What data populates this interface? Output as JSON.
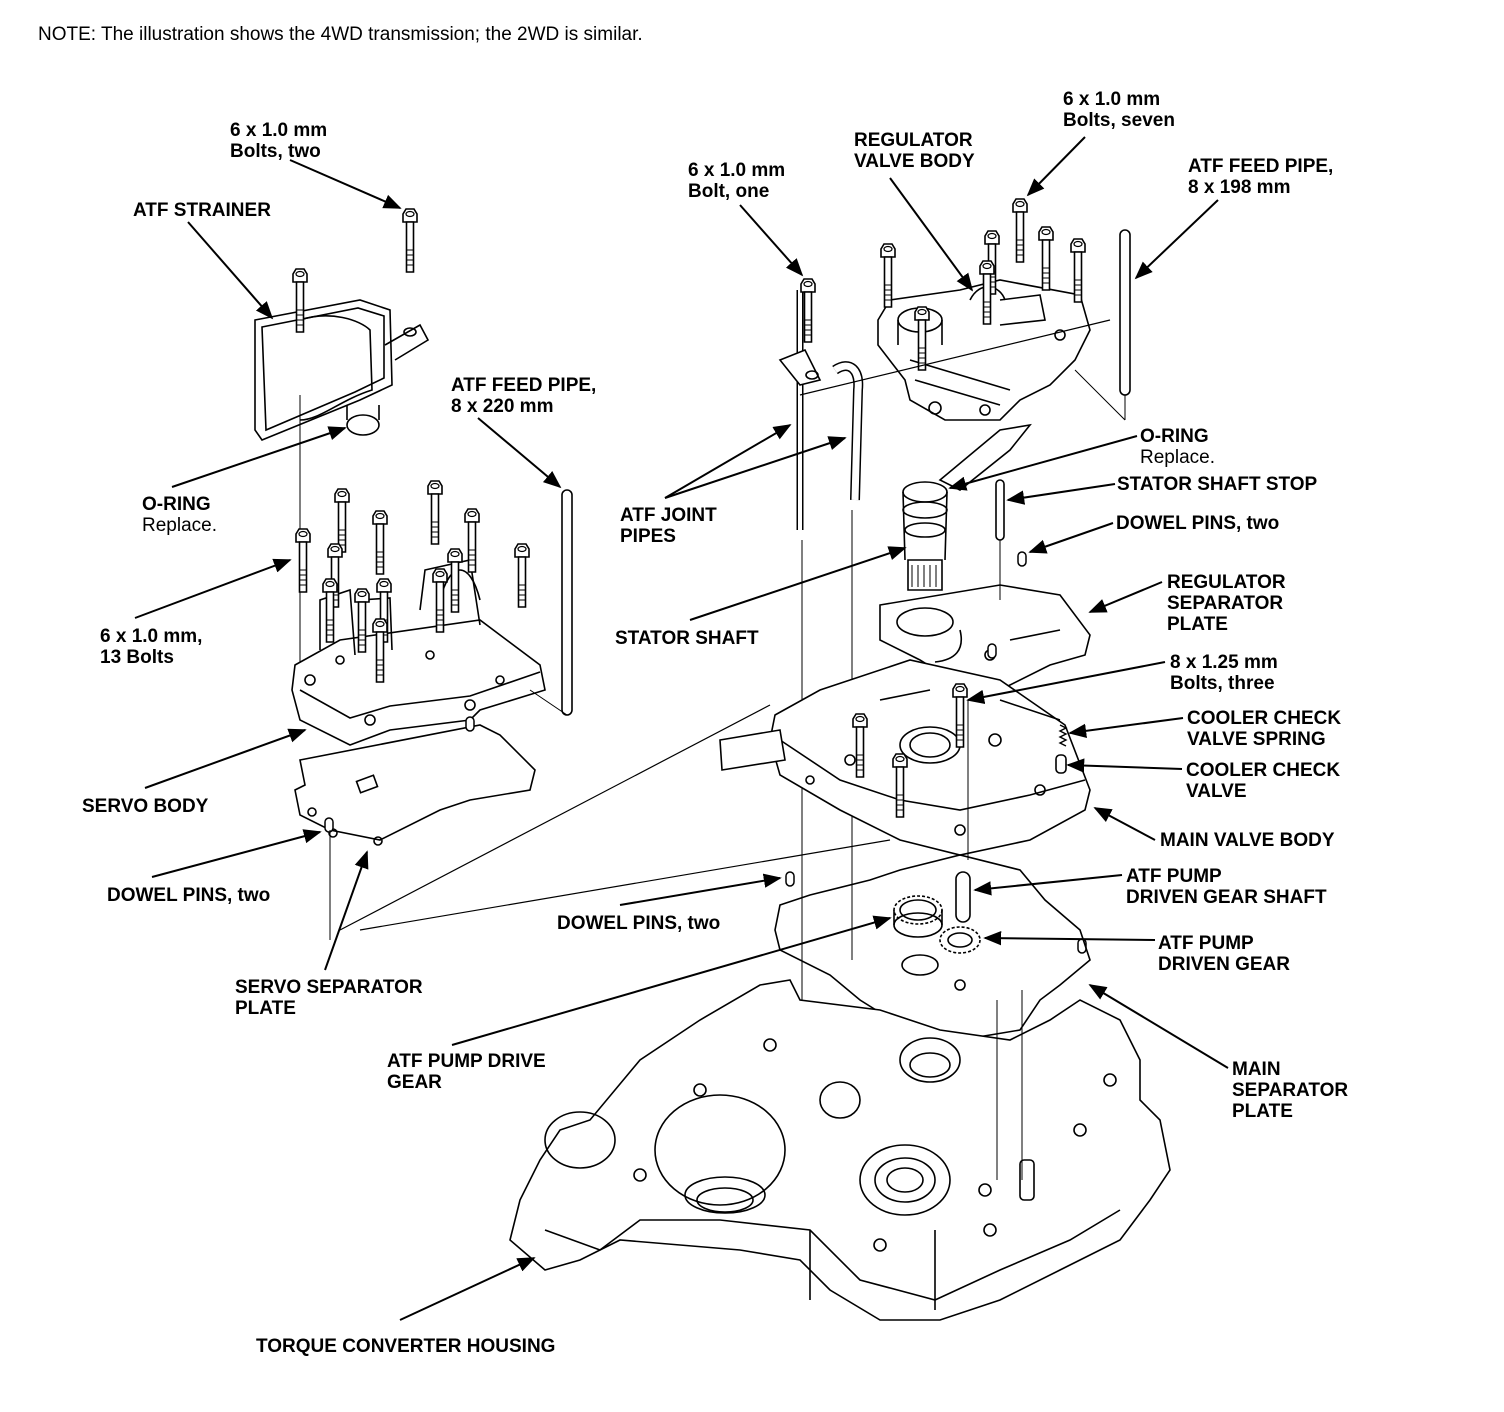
{
  "note": "NOTE: The illustration shows the 4WD transmission; the 2WD is similar.",
  "labels": {
    "bolts_two_top": [
      "6 x 1.0 mm",
      "Bolts, two"
    ],
    "atf_strainer": [
      "ATF STRAINER"
    ],
    "o_ring_left": [
      "O-RING"
    ],
    "o_ring_left_sub": "Replace.",
    "bolts_13": [
      "6 x 1.0 mm,",
      "13 Bolts"
    ],
    "atf_feed_pipe_220": [
      "ATF FEED PIPE,",
      "8 x 220 mm"
    ],
    "servo_body": [
      "SERVO BODY"
    ],
    "dowel_pins_left": [
      "DOWEL PINS, two"
    ],
    "servo_separator_plate": [
      "SERVO SEPARATOR",
      "PLATE"
    ],
    "bolt_one": [
      "6 x 1.0 mm",
      "Bolt, one"
    ],
    "regulator_valve_body": [
      "REGULATOR",
      "VALVE BODY"
    ],
    "bolts_seven": [
      "6 x 1.0 mm",
      "Bolts, seven"
    ],
    "atf_feed_pipe_198": [
      "ATF FEED PIPE,",
      "8 x 198 mm"
    ],
    "atf_joint_pipes": [
      "ATF JOINT",
      "PIPES"
    ],
    "o_ring_right": [
      "O-RING"
    ],
    "o_ring_right_sub": "Replace.",
    "stator_shaft_stop": [
      "STATOR SHAFT STOP"
    ],
    "dowel_pins_right": [
      "DOWEL PINS, two"
    ],
    "stator_shaft": [
      "STATOR SHAFT"
    ],
    "regulator_separator_plate": [
      "REGULATOR",
      "SEPARATOR",
      "PLATE"
    ],
    "bolts_three": [
      "8 x 1.25 mm",
      "Bolts, three"
    ],
    "cooler_check_valve_spring": [
      "COOLER CHECK",
      "VALVE SPRING"
    ],
    "cooler_check_valve": [
      "COOLER CHECK",
      "VALVE"
    ],
    "main_valve_body": [
      "MAIN VALVE BODY"
    ],
    "dowel_pins_center": [
      "DOWEL PINS, two"
    ],
    "atf_pump_driven_gear_shaft": [
      "ATF PUMP",
      "DRIVEN GEAR SHAFT"
    ],
    "atf_pump_driven_gear": [
      "ATF PUMP",
      "DRIVEN GEAR"
    ],
    "atf_pump_drive_gear": [
      "ATF PUMP DRIVE",
      "GEAR"
    ],
    "main_separator_plate": [
      "MAIN",
      "SEPARATOR",
      "PLATE"
    ],
    "torque_converter_housing": [
      "TORQUE CONVERTER HOUSING"
    ]
  }
}
